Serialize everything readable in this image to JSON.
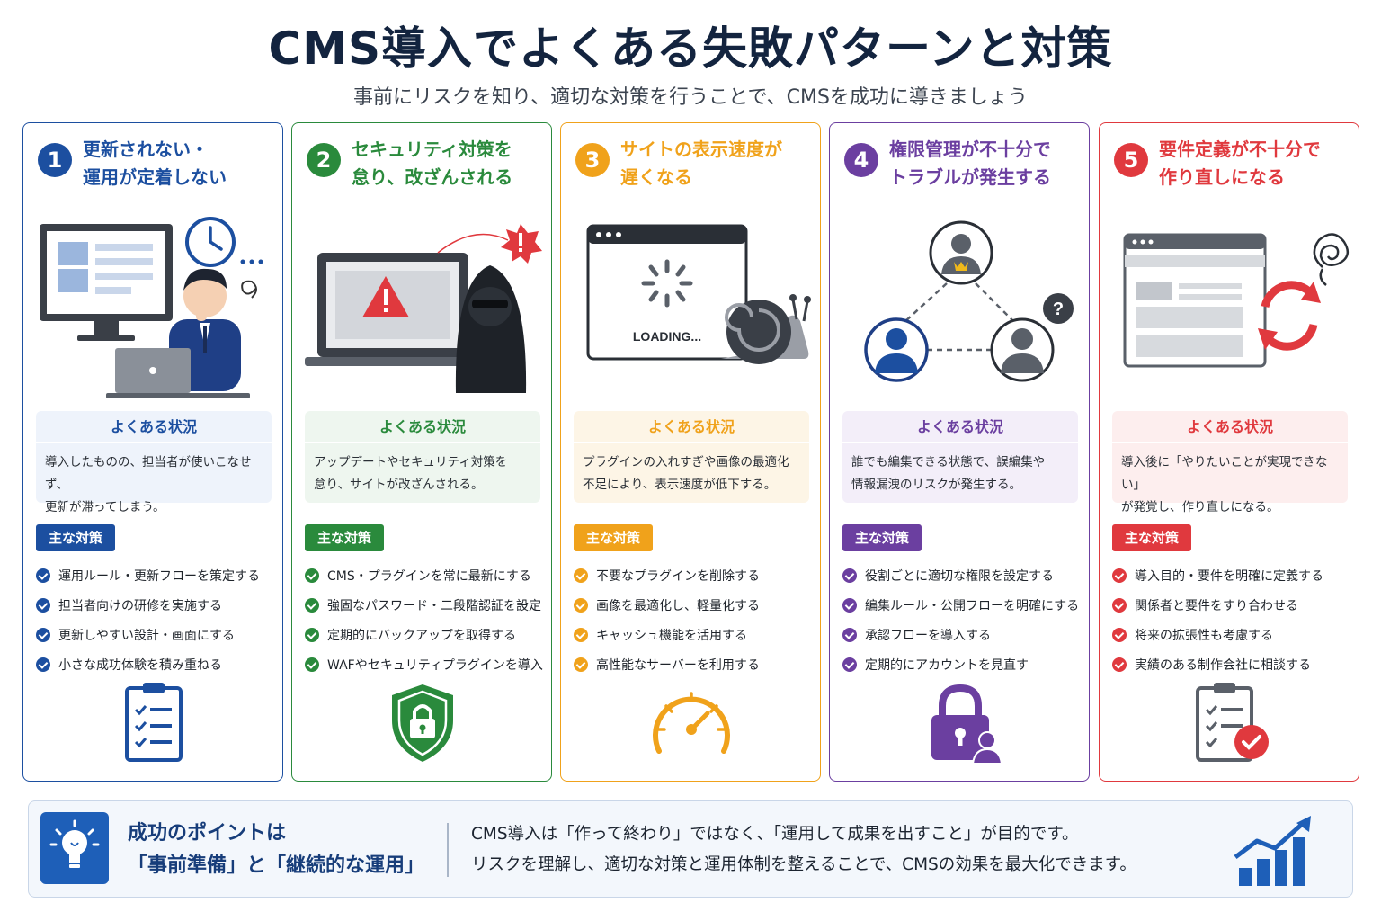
{
  "title": "CMS導入でよくある失敗パターンと対策",
  "subtitle": "事前にリスクを知り、適切な対策を行うことで、CMSを成功に導きましょう",
  "cards": [
    {
      "number": "1",
      "title": "更新されない・\n運用が定着しない",
      "color": "#1c4fa0",
      "situation_heading": "よくある状況",
      "situation": "導入したものの、担当者が使いこなせず、\n更新が滞ってしまう。",
      "measures_heading": "主な対策",
      "measures": [
        "運用ルール・更新フローを策定する",
        "担当者向けの研修を実施する",
        "更新しやすい設計・画面にする",
        "小さな成功体験を積み重ねる"
      ],
      "illustration_icons": [
        "monitor-icon",
        "clock-icon",
        "worried-person-icon",
        "laptop-icon"
      ],
      "bottom_icon": "clipboard-checklist-icon"
    },
    {
      "number": "2",
      "title": "セキュリティ対策を\n怠り、改ざんされる",
      "color": "#2a8a3c",
      "situation_heading": "よくある状況",
      "situation": "アップデートやセキュリティ対策を\n怠り、サイトが改ざんされる。",
      "measures_heading": "主な対策",
      "measures": [
        "CMS・プラグインを常に最新にする",
        "強固なパスワード・二段階認証を設定",
        "定期的にバックアップを取得する",
        "WAFやセキュリティプラグインを導入"
      ],
      "illustration_icons": [
        "laptop-warning-icon",
        "hacker-icon",
        "alert-icon"
      ],
      "bottom_icon": "shield-lock-icon"
    },
    {
      "number": "3",
      "title": "サイトの表示速度が\n遅くなる",
      "color": "#f0a21b",
      "situation_heading": "よくある状況",
      "situation": "プラグインの入れすぎや画像の最適化\n不足により、表示速度が低下する。",
      "measures_heading": "主な対策",
      "measures": [
        "不要なプラグインを削除する",
        "画像を最適化し、軽量化する",
        "キャッシュ機能を活用する",
        "高性能なサーバーを利用する"
      ],
      "loading_text": "LOADING...",
      "illustration_icons": [
        "browser-loading-icon",
        "snail-icon"
      ],
      "bottom_icon": "speedometer-icon"
    },
    {
      "number": "4",
      "title": "権限管理が不十分で\nトラブルが発生する",
      "color": "#6b3fa0",
      "situation_heading": "よくある状況",
      "situation": "誰でも編集できる状態で、誤編集や\n情報漏洩のリスクが発生する。",
      "measures_heading": "主な対策",
      "measures": [
        "役割ごとに適切な権限を設定する",
        "編集ルール・公開フローを明確にする",
        "承認フローを導入する",
        "定期的にアカウントを見直す"
      ],
      "illustration_icons": [
        "admin-user-icon",
        "user-icon",
        "unknown-user-icon",
        "question-icon"
      ],
      "bottom_icon": "user-lock-icon"
    },
    {
      "number": "5",
      "title": "要件定義が不十分で\n作り直しになる",
      "color": "#e0393e",
      "situation_heading": "よくある状況",
      "situation": "導入後に「やりたいことが実現できない」\nが発覚し、作り直しになる。",
      "measures_heading": "主な対策",
      "measures": [
        "導入目的・要件を明確に定義する",
        "関係者と要件をすり合わせる",
        "将来の拡張性も考慮する",
        "実績のある制作会社に相談する"
      ],
      "illustration_icons": [
        "browser-window-icon",
        "refresh-icon",
        "tangle-icon"
      ],
      "bottom_icon": "clipboard-check-icon"
    }
  ],
  "footer": {
    "icon": "lightbulb-icon",
    "point_title_line1": "成功のポイントは",
    "point_title_line2": "「事前準備」と「継続的な運用」",
    "text_line1": "CMS導入は「作って終わり」ではなく、「運用して成果を出すこと」が目的です。",
    "text_line2": "リスクを理解し、適切な対策と運用体制を整えることで、CMSの効果を最大化できます。",
    "chart_icon": "growth-chart-icon"
  }
}
